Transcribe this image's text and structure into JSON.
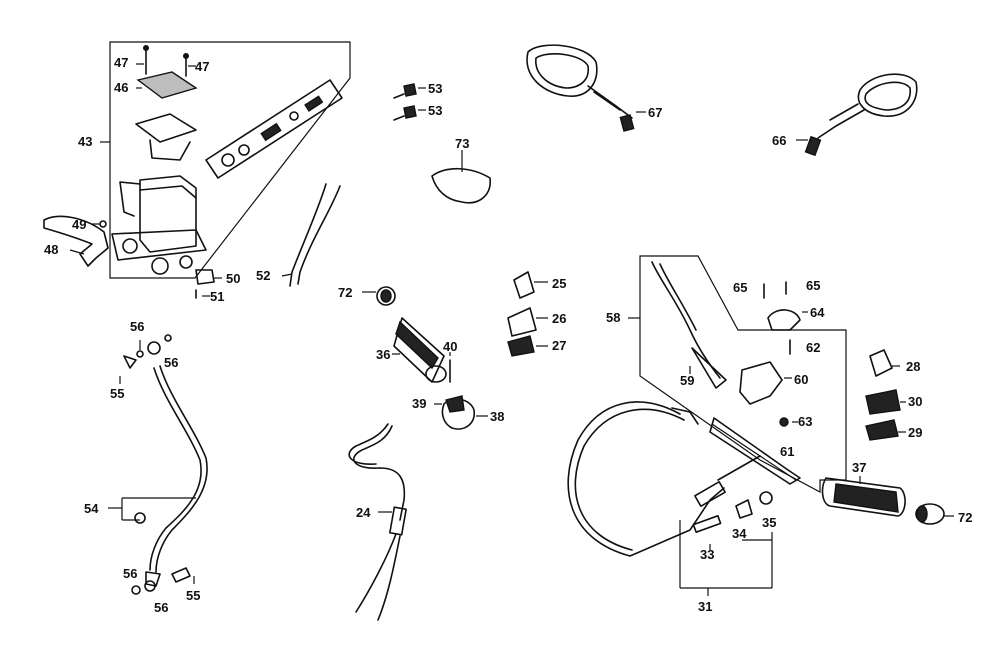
{
  "labels": {
    "p47a": "47",
    "p47b": "47",
    "p46": "46",
    "p43": "43",
    "p49": "49",
    "p48": "48",
    "p50": "50",
    "p51": "51",
    "p53a": "53",
    "p53b": "53",
    "p73": "73",
    "p52": "52",
    "p67": "67",
    "p66": "66",
    "p72a": "72",
    "p36": "36",
    "p40": "40",
    "p39": "39",
    "p38": "38",
    "p25": "25",
    "p26": "26",
    "p27": "27",
    "p24": "24",
    "p56a": "56",
    "p56b": "56",
    "p55a": "55",
    "p54": "54",
    "p56c": "56",
    "p56d": "56",
    "p55b": "55",
    "p58": "58",
    "p65a": "65",
    "p65b": "65",
    "p64": "64",
    "p62": "62",
    "p60": "60",
    "p59": "59",
    "p63": "63",
    "p61": "61",
    "p28": "28",
    "p30": "30",
    "p29": "29",
    "p37": "37",
    "p72b": "72",
    "p35": "35",
    "p34": "34",
    "p33": "33",
    "p31": "31"
  }
}
